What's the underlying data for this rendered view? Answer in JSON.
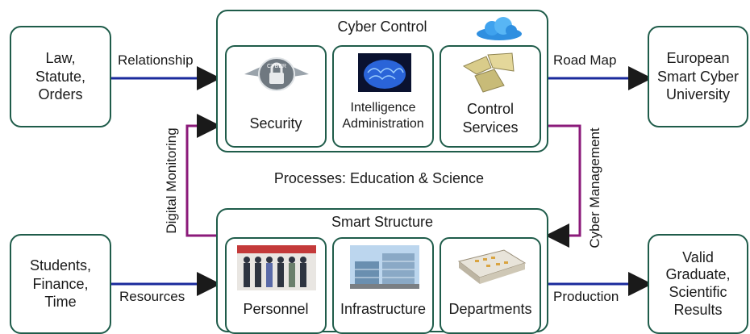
{
  "left_top": {
    "text": "Law,\nStatute,\nOrders"
  },
  "left_bottom": {
    "text": "Students,\nFinance,\nTime"
  },
  "right_top": {
    "text": "European\nSmart Cyber\nUniversity"
  },
  "right_bottom": {
    "text": "Valid\nGraduate,\nScientific\nResults"
  },
  "cyber_control": {
    "title": "Cyber Control",
    "items": [
      {
        "label": "Security",
        "icon": "cyber-lock-icon"
      },
      {
        "label": "Intelligence\nAdministration",
        "icon": "brain-icon"
      },
      {
        "label": "Control\nServices",
        "icon": "puzzle-icon"
      }
    ]
  },
  "smart_structure": {
    "title": "Smart Structure",
    "items": [
      {
        "label": "Personnel",
        "icon": "people-photo-icon"
      },
      {
        "label": "Infrastructure",
        "icon": "building-photo-icon"
      },
      {
        "label": "Departments",
        "icon": "floorplan-icon"
      }
    ]
  },
  "edges": {
    "relationship": "Relationship",
    "road_map": "Road Map",
    "resources": "Resources",
    "production": "Production",
    "digital_monitoring": "Digital Monitoring",
    "cyber_management": "Cyber Management"
  },
  "center_text": "Processes: Education & Science",
  "colors": {
    "border": "#1f5c4a",
    "arrow_blue": "#1a2a9c",
    "arrow_purple": "#8b1a7a"
  }
}
